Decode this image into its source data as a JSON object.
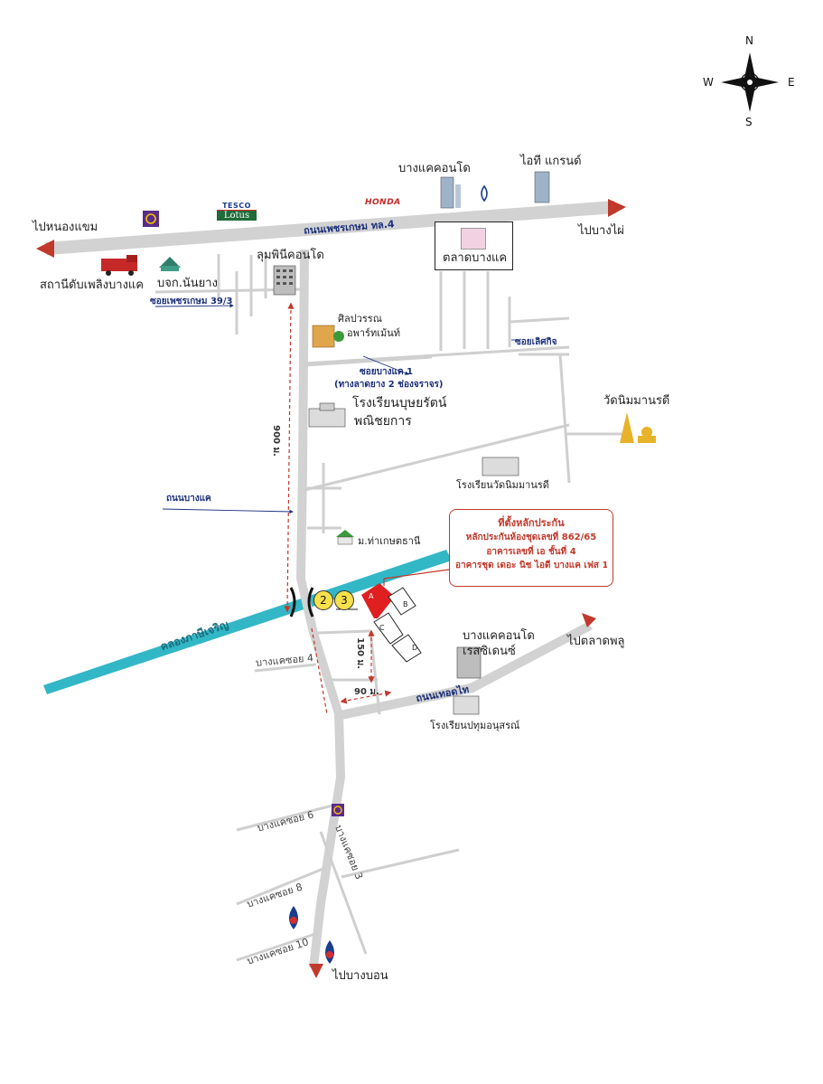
{
  "compass": {
    "n": "N",
    "s": "S",
    "e": "E",
    "w": "W"
  },
  "roads": {
    "phetkasem": "ถนนเพชรเกษม ทล.4",
    "bang_khae": "ถนนบางแค",
    "therd_thai": "ถนนเทอดไท",
    "soi_phetkasem_39_3": "ซอยเพชรเกษม 39/3",
    "soi_bang_khae_1": "ซอยบางแค 1",
    "soi_bang_khae_1_note": "(ทางลาดยาง 2 ช่องจราจร)",
    "soi_loet_kit": "ซอยเลิศกิจ",
    "soi_bang_khae_4": "บางแคซอย 4",
    "soi_bang_khae_6": "บางแคซอย 6",
    "soi_bang_khae_3": "บางแคซอย 3",
    "soi_bang_khae_8": "บางแคซอย 8",
    "soi_bang_khae_10": "บางแคซอย 10",
    "canal": "คลองภาษีเจริญ"
  },
  "directions": {
    "to_nong_khaem": "ไปหนองแขม",
    "to_bang_phai": "ไปบางไผ่",
    "to_talat_phlu": "ไปตลาดพลู",
    "to_bang_bon": "ไปบางบอน"
  },
  "places": {
    "bang_khae_condo_top": "บางแคคอนโด",
    "it_grand": "ไอที แกรนด์",
    "honda": "HONDA",
    "tesco": "TESCO",
    "lotus": "Lotus",
    "fire_station": "สถานีดับเพลิงบางแค",
    "nan_yang": "บจก.นันยาง",
    "sumphin_condo": "ลุมพินีคอนโด",
    "bang_khae_market": "ตลาดบางแค",
    "sinwan_apartment_1": "ศิลปวรรณ",
    "sinwan_apartment_2": "อพาร์ทเม้นท์",
    "boonyarat_school_1": "โรงเรียนบุษยรัตน์",
    "boonyarat_school_2": "พณิชยการ",
    "wat_nimmanoradee": "วัดนิมมานรดี",
    "wat_nimmanoradee_school": "โรงเรียนวัดนิมมานรดี",
    "tha_kaset_thani": "ม.ท่าเกษตธานี",
    "bang_khae_condo_res_1": "บางแคคอนโด",
    "bang_khae_condo_res_2": "เรสซิเดนซ์",
    "pathum_school": "โรงเรียนปทุมอนุสรณ์"
  },
  "distances": {
    "d900": "900 ม.",
    "d150": "150 ม.",
    "d90": "90 ม."
  },
  "markers": {
    "m2": "2",
    "m3": "3"
  },
  "buildings": {
    "a": "A",
    "b": "B",
    "c": "C",
    "d": "D"
  },
  "callout": {
    "line1": "ที่ตั้งหลักประกัน",
    "line2": "หลักประกันห้องชุดเลขที่ 862/65",
    "line3": "อาคารเลขที่ เอ ชั้นที่ 4",
    "line4": "อาคารชุด เดอะ นิช ไอดี บางแค เฟส 1"
  },
  "colors": {
    "road": "#d2d2d2",
    "canal": "#32b7c7",
    "accent_red": "#c0392b",
    "label_blue": "#1b2f7a",
    "marker_yellow": "#f6e04b"
  },
  "icons": {
    "scb_bank": "scb-bank-icon",
    "ptt_station": "ptt-station-icon",
    "bangkok_bank": "bangkok-bank-icon",
    "fire_truck": "fire-truck-icon",
    "building": "building-icon",
    "temple": "temple-icon",
    "house": "house-icon"
  }
}
